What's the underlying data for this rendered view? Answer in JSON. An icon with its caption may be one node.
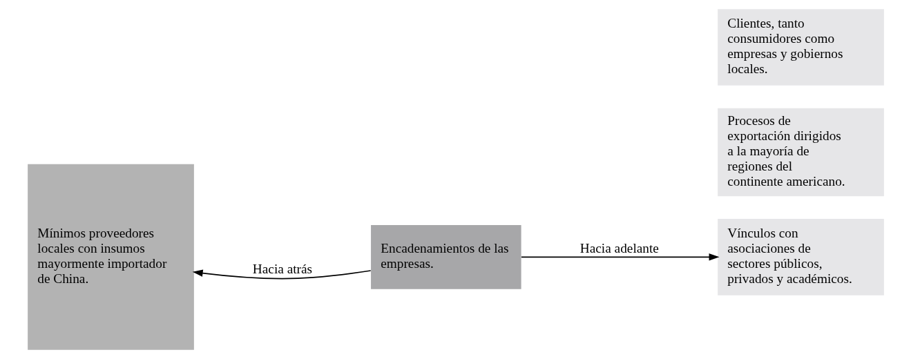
{
  "diagram": {
    "nodes": [
      {
        "text": [
          "Mínimos proveedores locales con insumos mayormente importador de China."
        ]
      },
      {
        "text": [
          "Encadenamientos de las empresas."
        ]
      },
      {
        "text": [
          "Procesos de exportación dirigidos a la mayoría de regiones del continente americano."
        ]
      },
      {
        "text": [
          "Vínculos con asociaciones de sectores públicos, privados y académicos."
        ]
      },
      {
        "text": [
          "Clientes, tanto consumidores como empresas y gobiernos locales."
        ]
      }
    ],
    "edges": [
      {
        "from": 1,
        "to": 0,
        "arrow": "to",
        "label": "Hacia atrás"
      },
      {
        "from": 1,
        "to": 3,
        "arrow": "to",
        "label": "Hacia adelante"
      }
    ]
  }
}
